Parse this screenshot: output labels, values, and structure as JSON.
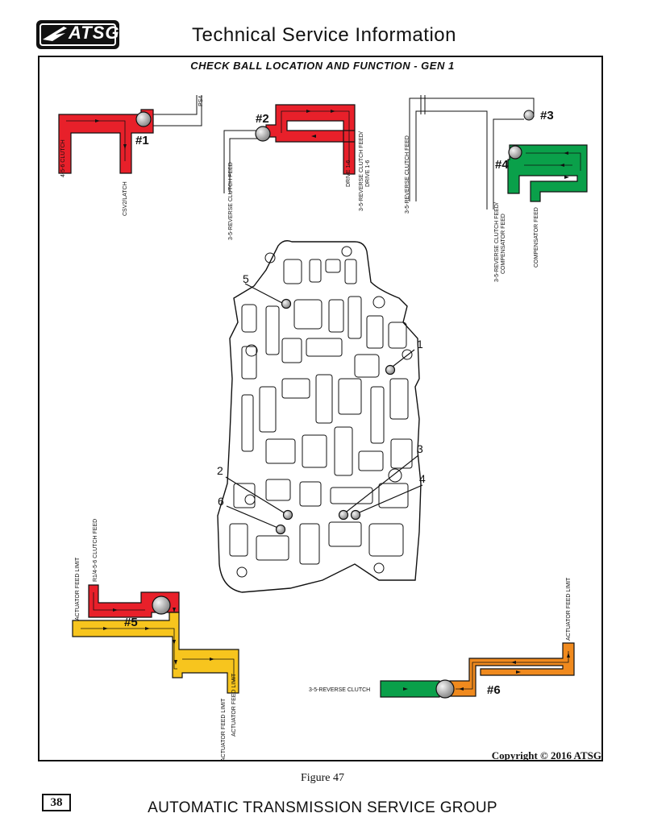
{
  "header": {
    "logo_text": "ATSG",
    "title": "Technical Service Information"
  },
  "diagram": {
    "title": "CHECK BALL LOCATION AND FUNCTION - GEN 1",
    "balls": {
      "b1": {
        "number": "#1",
        "labels": [
          "4-5-6 CLUTCH",
          "CSV2/LATCH",
          "PS4"
        ]
      },
      "b2": {
        "number": "#2",
        "labels": [
          "3-5-REVERSE CLUTCH FEED",
          "DRIVE 1-6",
          "3-5-REVERSE CLUTCH FEED/",
          "DRIVE 1-6"
        ]
      },
      "b3": {
        "number": "#3",
        "labels": [
          "3-5-REVERSE CLUTCH FEED"
        ]
      },
      "b4": {
        "number": "#4",
        "labels": [
          "3-5-REVERSE CLUTCH FEED/",
          "COMPENSATOR FEED",
          "COMPENSATOR FEED"
        ]
      },
      "b5": {
        "number": "#5",
        "labels": [
          "ACTUATOR FEED LIMIT",
          "R1/4-5-6 CLUTCH FEED",
          "ACTUATOR FEED LIMIT",
          "ACTUATOR FEED LIMIT"
        ]
      },
      "b6": {
        "number": "#6",
        "labels": [
          "3-5-REVERSE CLUTCH",
          "ACTUATOR FEED LIMIT"
        ]
      }
    },
    "locations": [
      "1",
      "2",
      "3",
      "4",
      "5",
      "6"
    ],
    "colors": {
      "red": "#e8202a",
      "green": "#0aa04a",
      "orange": "#f08a1e",
      "yellow": "#f7c51e",
      "ball": "#b8b8b8"
    }
  },
  "copyright": "Copyright © 2016 ATSG",
  "figure": "Figure 47",
  "footer": {
    "page_number": "38",
    "title": "AUTOMATIC TRANSMISSION SERVICE GROUP"
  }
}
